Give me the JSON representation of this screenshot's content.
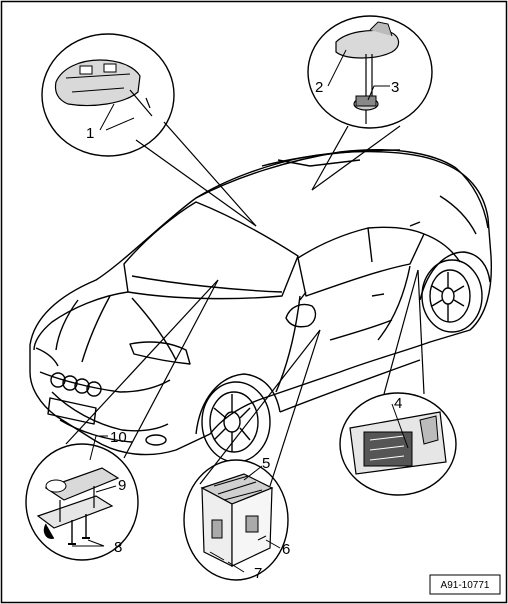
{
  "figure": {
    "ref_code": "A91-10771",
    "callouts": [
      {
        "id": "callout-1",
        "text": "1"
      },
      {
        "id": "callout-2",
        "text": "2"
      },
      {
        "id": "callout-3",
        "text": "3"
      },
      {
        "id": "callout-4",
        "text": "4"
      },
      {
        "id": "callout-5",
        "text": "5"
      },
      {
        "id": "callout-6",
        "text": "6"
      },
      {
        "id": "callout-7",
        "text": "7"
      },
      {
        "id": "callout-8",
        "text": "8"
      },
      {
        "id": "callout-9",
        "text": "9"
      },
      {
        "id": "callout-10",
        "text": "10"
      }
    ]
  }
}
